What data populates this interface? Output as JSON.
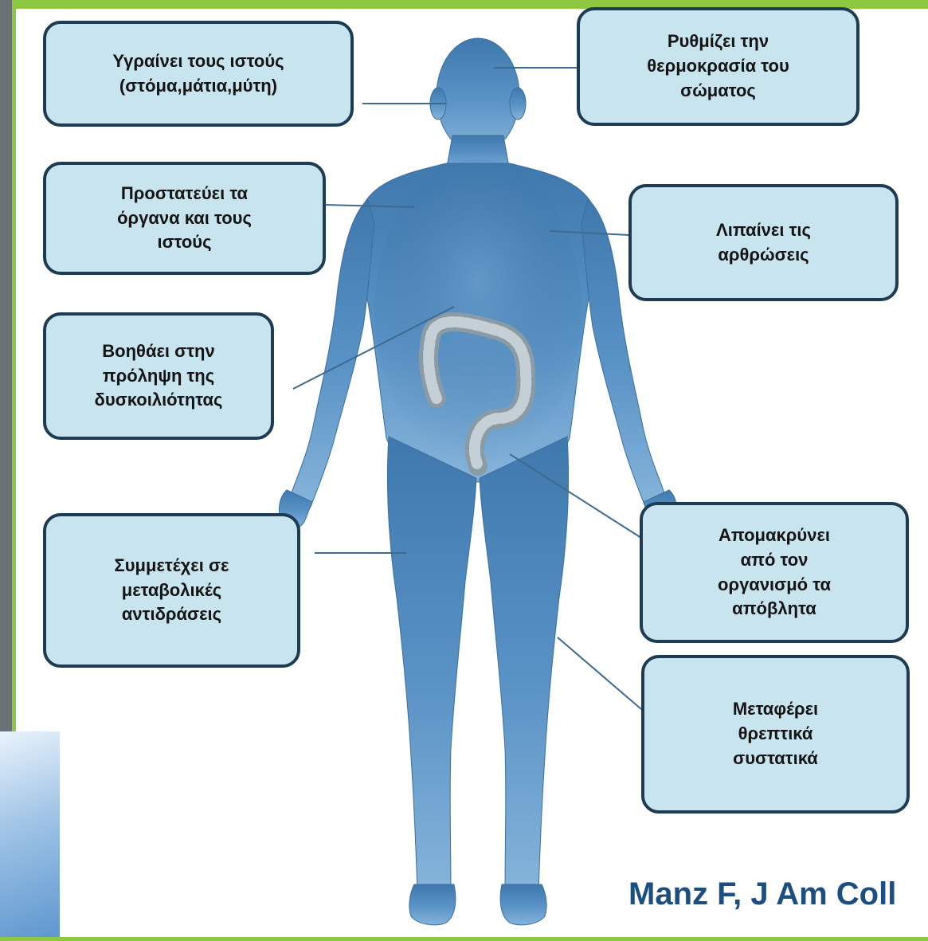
{
  "callouts": {
    "moistens_tissues": "Υγραίνει τους ιστούς\n(στόμα,μάτια,μύτη)",
    "regulates_temperature": "Ρυθμίζει την\nθερμοκρασία του\nσώματος",
    "protects_organs": "Προστατεύει τα\nόργανα και τους\nιστούς",
    "lubricates_joints": "Λιπαίνει τις\nαρθρώσεις",
    "prevents_constipation": "Βοηθάει στην\nπρόληψη της\nδυσκοιλιότητας",
    "metabolic_reactions": "Συμμετέχει σε\nμεταβολικές\nαντιδράσεις",
    "removes_waste": "Απομακρύνει\nαπό τον\nοργανισμό τα\nαπόβλητα",
    "carries_nutrients": "Μεταφέρει\nθρεπτικά\nσυστατικά"
  },
  "citation": "Manz F, J Am Coll",
  "colors": {
    "frame_green": "#8dc63f",
    "callout_fill": "#c8e4ef",
    "callout_border": "#1d3b53",
    "body_blue": "#4f86b8",
    "citation_text": "#1c4e80"
  }
}
